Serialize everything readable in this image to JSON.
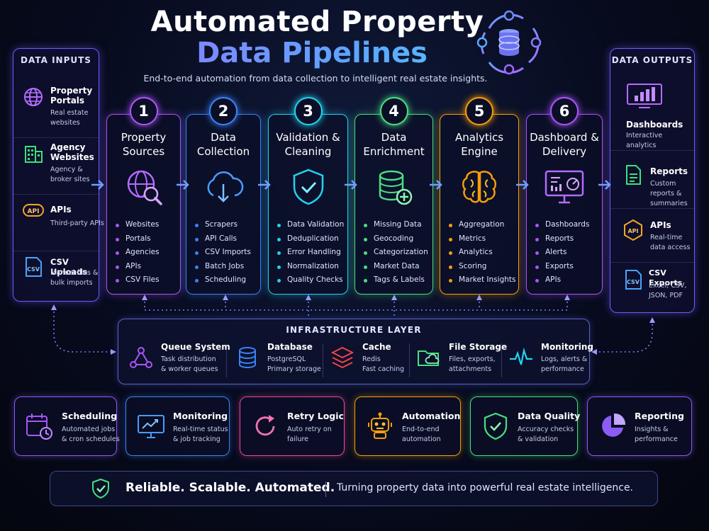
{
  "header": {
    "title_line1": "Automated Property",
    "title_line2": "Data Pipelines",
    "subtitle": "End-to-end automation from data collection to intelligent real estate insights."
  },
  "inputs": {
    "heading": "DATA INPUTS",
    "items": [
      {
        "title": "Property Portals",
        "desc": "Real estate websites",
        "icon": "globe-icon"
      },
      {
        "title": "Agency Websites",
        "desc": "Agency & broker sites",
        "icon": "building-icon"
      },
      {
        "title": "APIs",
        "desc": "Third-party APIs",
        "icon": "api-icon"
      },
      {
        "title": "CSV Uploads",
        "desc": "Manual files & bulk imports",
        "icon": "csv-file-icon"
      }
    ]
  },
  "outputs": {
    "heading": "DATA OUTPUTS",
    "items": [
      {
        "title": "Dashboards",
        "desc": "Interactive analytics",
        "icon": "bar-chart-icon"
      },
      {
        "title": "Reports",
        "desc": "Custom reports & summaries",
        "icon": "report-icon"
      },
      {
        "title": "APIs",
        "desc": "Real-time data access",
        "icon": "api-hex-icon"
      },
      {
        "title": "CSV Exports",
        "desc": "Excel, CSV, JSON, PDF",
        "icon": "csv-export-icon"
      }
    ]
  },
  "stages": [
    {
      "num": "1",
      "title": "Property Sources",
      "color": "#a855f7",
      "icon": "globe-search-icon",
      "items": [
        "Websites",
        "Portals",
        "Agencies",
        "APIs",
        "CSV Files"
      ]
    },
    {
      "num": "2",
      "title": "Data Collection",
      "color": "#3b82f6",
      "icon": "cloud-download-icon",
      "items": [
        "Scrapers",
        "API Calls",
        "CSV Imports",
        "Batch Jobs",
        "Scheduling"
      ]
    },
    {
      "num": "3",
      "title": "Validation & Cleaning",
      "color": "#22d3ee",
      "icon": "shield-check-icon",
      "items": [
        "Data Validation",
        "Deduplication",
        "Error Handling",
        "Normalization",
        "Quality Checks"
      ]
    },
    {
      "num": "4",
      "title": "Data Enrichment",
      "color": "#4ade80",
      "icon": "database-plus-icon",
      "items": [
        "Missing Data",
        "Geocoding",
        "Categorization",
        "Market Data",
        "Tags & Labels"
      ]
    },
    {
      "num": "5",
      "title": "Analytics Engine",
      "color": "#f59e0b",
      "icon": "brain-icon",
      "items": [
        "Aggregation",
        "Metrics",
        "Analytics",
        "Scoring",
        "Market Insights"
      ]
    },
    {
      "num": "6",
      "title": "Dashboard & Delivery",
      "color": "#a855f7",
      "icon": "monitor-icon",
      "items": [
        "Dashboards",
        "Reports",
        "Alerts",
        "Exports",
        "APIs"
      ]
    }
  ],
  "infrastructure": {
    "heading": "INFRASTRUCTURE LAYER",
    "items": [
      {
        "title": "Queue System",
        "desc1": "Task distribution",
        "desc2": "& worker queues",
        "icon": "queue-nodes-icon",
        "color": "#a855f7"
      },
      {
        "title": "Database",
        "desc1": "PostgreSQL",
        "desc2": "Primary storage",
        "icon": "database-icon",
        "color": "#3b82f6"
      },
      {
        "title": "Cache",
        "desc1": "Redis",
        "desc2": "Fast caching",
        "icon": "layers-icon",
        "color": "#ef4444"
      },
      {
        "title": "File Storage",
        "desc1": "Files, exports,",
        "desc2": "attachments",
        "icon": "folder-cloud-icon",
        "color": "#4ade80"
      },
      {
        "title": "Monitoring",
        "desc1": "Logs, alerts &",
        "desc2": "performance",
        "icon": "pulse-icon",
        "color": "#22d3ee"
      }
    ]
  },
  "features": [
    {
      "title": "Scheduling",
      "desc1": "Automated jobs",
      "desc2": "& cron schedules",
      "icon": "calendar-clock-icon",
      "color": "#a855f7"
    },
    {
      "title": "Monitoring",
      "desc1": "Real-time status",
      "desc2": "& job tracking",
      "icon": "monitor-chart-icon",
      "color": "#3b82f6"
    },
    {
      "title": "Retry Logic",
      "desc1": "Auto retry on",
      "desc2": "failure",
      "icon": "retry-icon",
      "color": "#ef4444"
    },
    {
      "title": "Automation",
      "desc1": "End-to-end",
      "desc2": "automation",
      "icon": "robot-icon",
      "color": "#f59e0b"
    },
    {
      "title": "Data Quality",
      "desc1": "Accuracy checks",
      "desc2": "& validation",
      "icon": "shield-check-icon",
      "color": "#4ade80"
    },
    {
      "title": "Reporting",
      "desc1": "Insights &",
      "desc2": "performance",
      "icon": "pie-chart-icon",
      "color": "#a855f7"
    }
  ],
  "footer": {
    "strong": "Reliable. Scalable. Automated.",
    "text": "Turning property data into powerful real estate intelligence."
  }
}
